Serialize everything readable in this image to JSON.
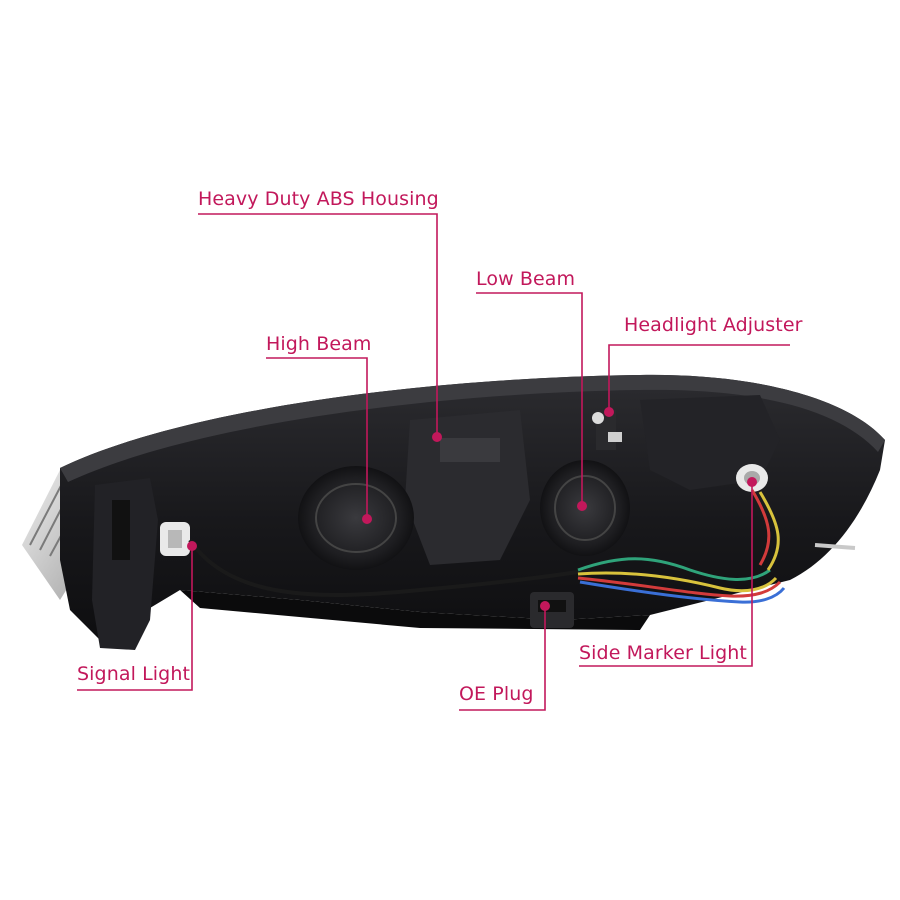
{
  "colors": {
    "accent": "#c2185b",
    "label_text": "#c2185b",
    "background": "#ffffff",
    "housing": "#1c1c1e"
  },
  "callouts": {
    "housing": "Heavy Duty ABS Housing",
    "low_beam": "Low Beam",
    "adjuster": "Headlight Adjuster",
    "high_beam": "High Beam",
    "signal": "Signal Light",
    "side_marker": "Side Marker Light",
    "oe_plug": "OE Plug"
  }
}
